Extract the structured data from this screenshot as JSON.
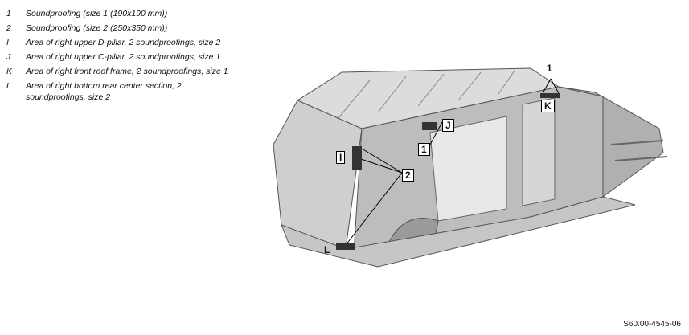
{
  "legend": [
    {
      "key": "1",
      "text": "Soundproofing (size 1 (190x190 mm))"
    },
    {
      "key": "2",
      "text": "Soundproofing (size 2 (250x350 mm))"
    },
    {
      "key": "I",
      "text": "Area of right upper D-pillar, 2 soundproofings, size 2"
    },
    {
      "key": "J",
      "text": "Area of right upper C-pillar, 2 soundproofings, size 1"
    },
    {
      "key": "K",
      "text": "Area of right front roof frame, 2 soundproofings, size 1"
    },
    {
      "key": "L",
      "text": "Area of right bottom rear center section, 2 soundproofings, size 2"
    }
  ],
  "callouts": {
    "one_top": "1",
    "k": "K",
    "j": "J",
    "one_mid": "1",
    "i": "I",
    "two": "2",
    "l": "L"
  },
  "reference": "S60.00-4545-06"
}
